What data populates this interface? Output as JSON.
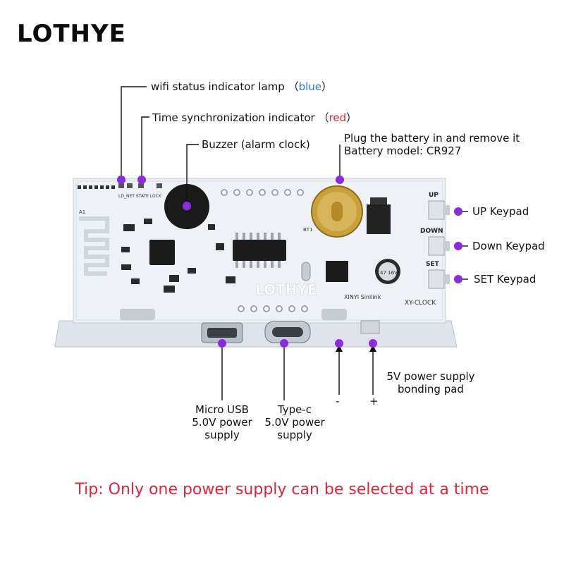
{
  "brand": "LOTHYE",
  "labels": {
    "wifi": {
      "text": "wifi status indicator lamp",
      "open": "（",
      "color_word": "blue",
      "close": "）"
    },
    "time_sync": {
      "text": "Time synchronization indicator",
      "open": "（",
      "color_word": "red",
      "close": "）"
    },
    "buzzer": "Buzzer (alarm clock)",
    "battery_line1": "Plug the battery in and remove it",
    "battery_line2": "Battery model: CR927",
    "up": "UP Keypad",
    "down": "Down Keypad",
    "set": "SET Keypad",
    "micro_usb": [
      "Micro USB",
      "5.0V power",
      "supply"
    ],
    "type_c": [
      "Type-c",
      "5.0V power",
      "supply"
    ],
    "pad": [
      "5V power supply",
      "bonding pad"
    ],
    "minus": "-",
    "plus": "+"
  },
  "board": {
    "silk_brand": "LOTHYE",
    "model": "XY-CLOCK",
    "maker": "XINYI Sinilink",
    "key_up": "UP",
    "key_down": "DOWN",
    "key_set": "SET",
    "led_labels": "LD_NET STATE LOCK",
    "bt1": "BT1",
    "a1": "A1",
    "cap_text": "47 16V"
  },
  "tip": "Tip: Only one power supply can be selected at a time",
  "colors": {
    "marker": "#8a2be2",
    "blue": "#1e7bd6",
    "red": "#d8283a",
    "board": "#e9edf2"
  }
}
